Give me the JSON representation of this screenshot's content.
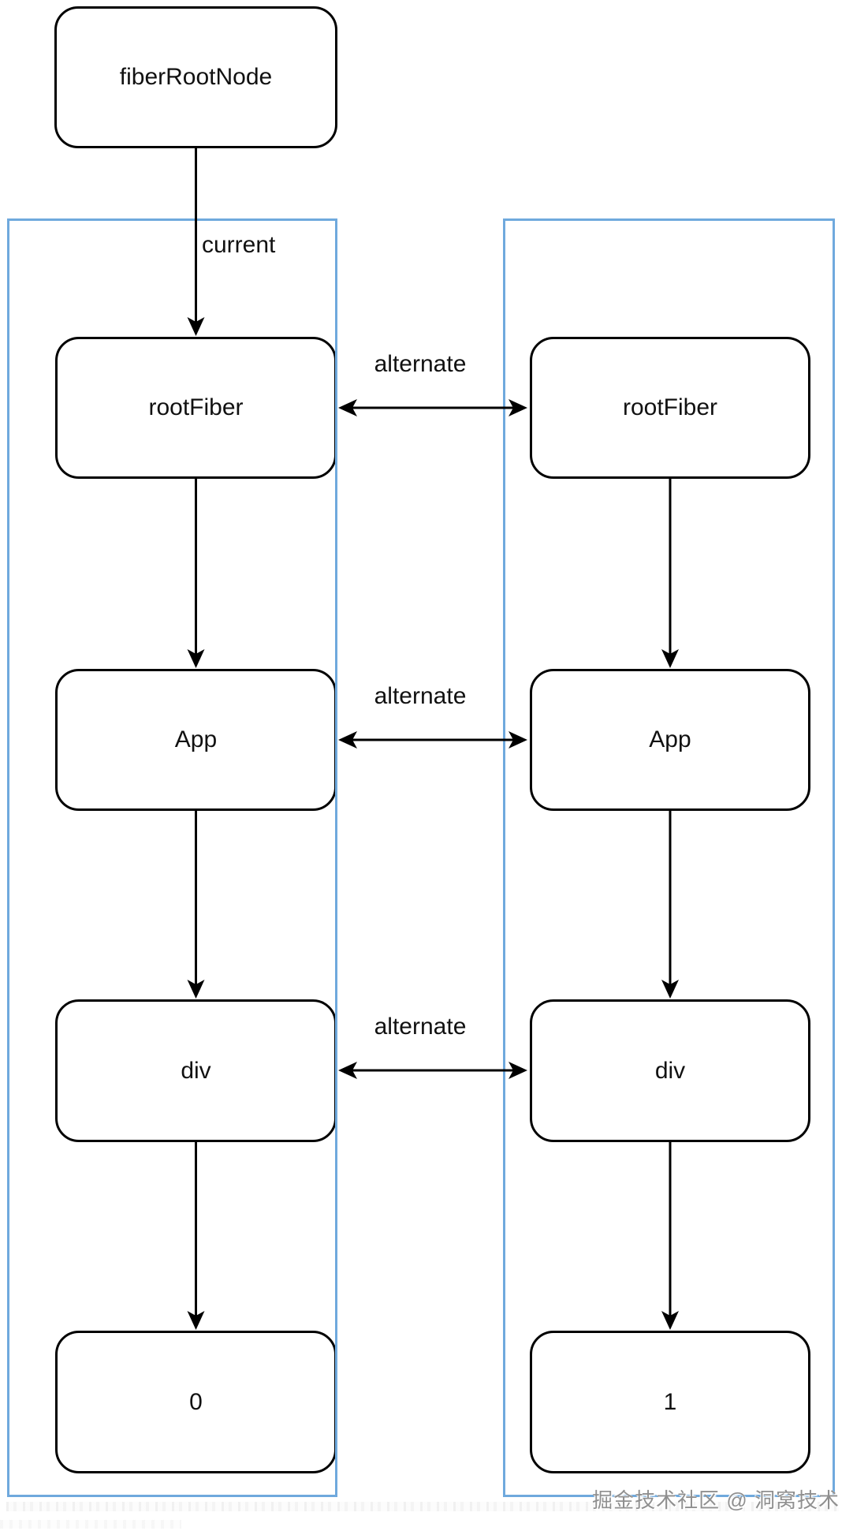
{
  "diagram": {
    "title_node": "fiberRootNode",
    "labels": {
      "current": "current",
      "alternate": "alternate"
    },
    "left_tree": {
      "nodes": [
        "rootFiber",
        "App",
        "div",
        "0"
      ]
    },
    "right_tree": {
      "nodes": [
        "rootFiber",
        "App",
        "div",
        "1"
      ]
    },
    "watermark": "掘金技术社区 @ 洞窝技术",
    "colors": {
      "container_border": "#6FA9DD",
      "line": "#000000",
      "background": "#FFFFFF",
      "watermark": "#8F8F8F"
    }
  }
}
